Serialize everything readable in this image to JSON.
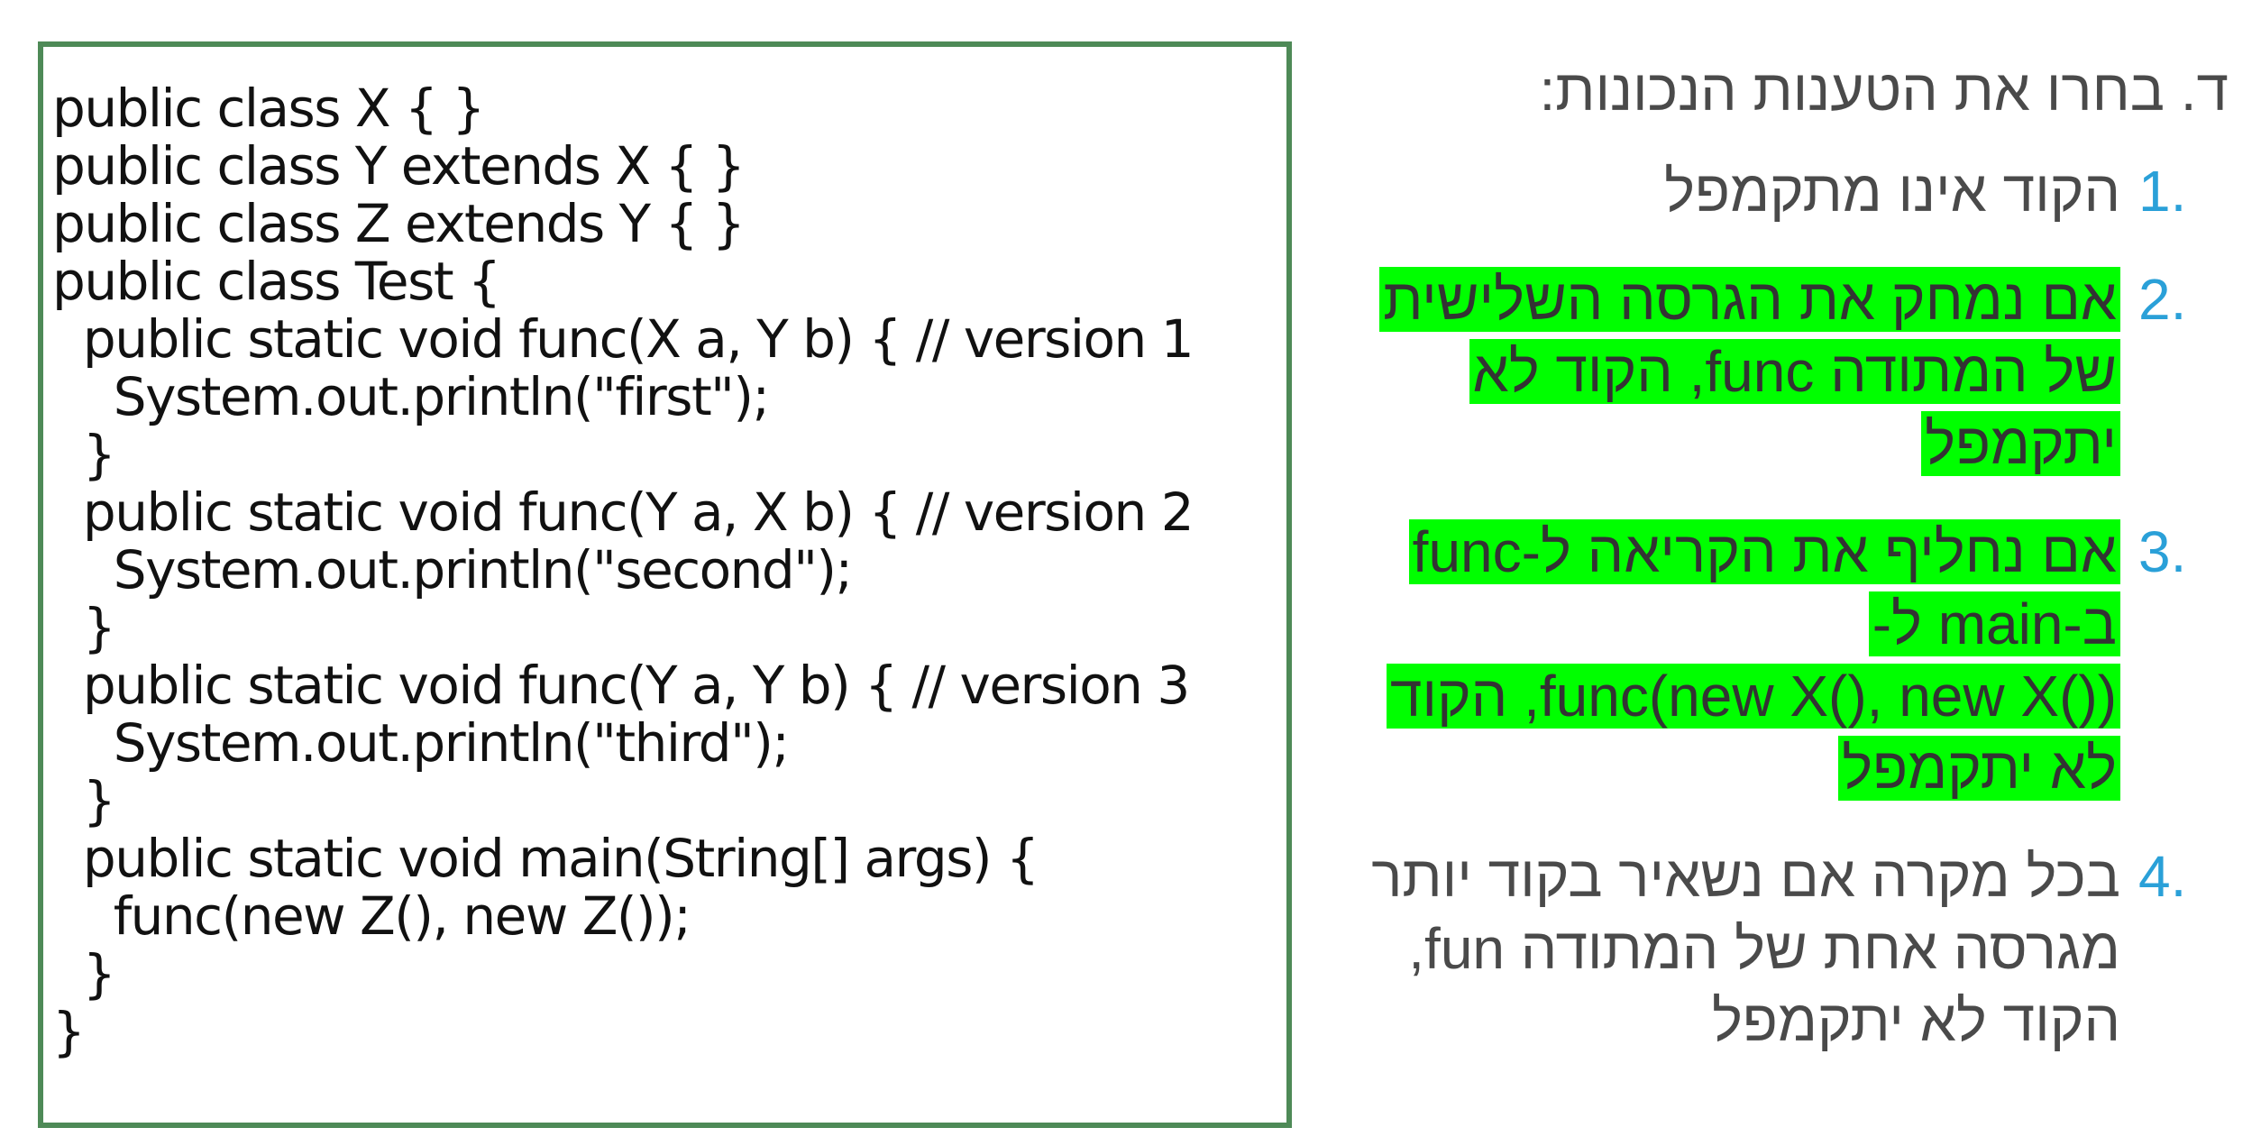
{
  "code": {
    "lines": [
      "public class X { }",
      "public class Y extends X { }",
      "public class Z extends Y { }",
      "public class Test {",
      "  public static void func(X a, Y b) { // version 1",
      "    System.out.println(\"first\");",
      "  }",
      "  public static void func(Y a, X b) { // version 2",
      "    System.out.println(\"second\");",
      "  }",
      "  public static void func(Y a, Y b) { // version 3",
      "    System.out.println(\"third\");",
      "  }",
      "  public static void main(String[] args) {",
      "    func(new Z(), new Z());",
      "  }",
      "}"
    ]
  },
  "question": {
    "text": "ד. בחרו את הטענות הנכונות:"
  },
  "options": [
    {
      "number": "1.",
      "lines": [
        "הקוד אינו מתקמפל"
      ],
      "highlighted": false
    },
    {
      "number": "2.",
      "lines": [
        "אם נמחק את הגרסה השלישית",
        "של המתודה func, הקוד לא",
        "יתקמפל"
      ],
      "highlighted": true
    },
    {
      "number": "3.",
      "lines": [
        "אם נחליף את הקריאה ל-func",
        "ב-main ל-",
        "func(new X(), new X()), הקוד",
        "לא יתקמפל"
      ],
      "highlighted": true
    },
    {
      "number": "4.",
      "lines": [
        "בכל מקרה אם נשאיר בקוד יותר",
        "מגרסה אחת של המתודה fun,",
        "הקוד לא יתקמפל"
      ],
      "highlighted": false
    }
  ],
  "colors": {
    "code_border": "#4e8a57",
    "highlight": "#00ff00",
    "number": "#2aa0d8",
    "text": "#4a4a4a"
  }
}
